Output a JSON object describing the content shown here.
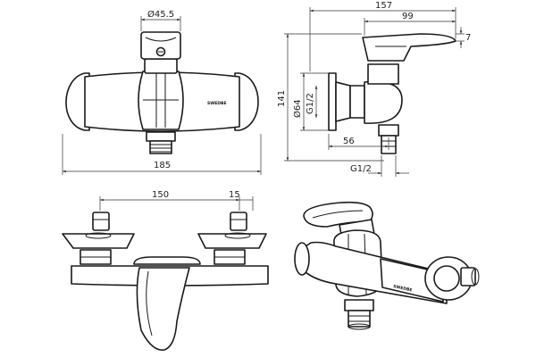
{
  "dimensions": {
    "front_top_diameter": "Ø45.5",
    "front_width": "185",
    "side_total_length": "157",
    "side_lever_length": "99",
    "side_offset_small": "7",
    "side_height": "141",
    "side_diameter": "Ø64",
    "side_thread_upper": "G1/2",
    "side_outlet_offset": "56",
    "side_thread_lower": "G1/2",
    "bottom_center_distance": "150",
    "bottom_offset": "15"
  },
  "brand_label": "SWEDBE"
}
